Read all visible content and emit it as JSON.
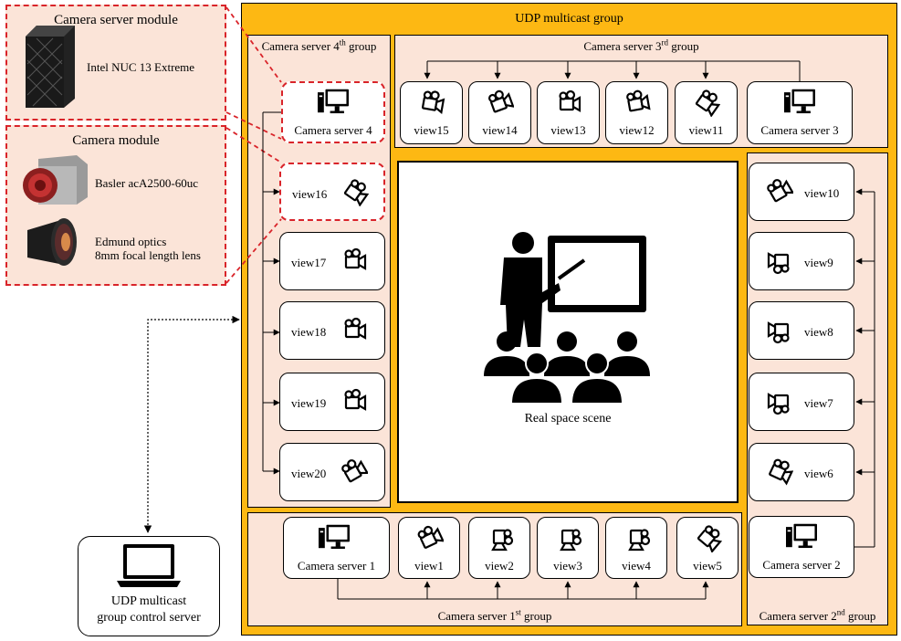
{
  "udp_group_title": "UDP multicast group",
  "scene_label": "Real space scene",
  "control_server": {
    "line1": "UDP multicast",
    "line2": "group control server"
  },
  "camera_server_module": {
    "title": "Camera server module",
    "item": "Intel NUC 13 Extreme"
  },
  "camera_module": {
    "title": "Camera module",
    "camera": "Basler acA2500-60uc",
    "lens_line1": "Edmund optics",
    "lens_line2": "8mm focal length lens"
  },
  "group1": {
    "title_pre": "Camera server 1",
    "title_sup": "st",
    "title_post": " group",
    "server": "Camera server 1",
    "views": [
      "view1",
      "view2",
      "view3",
      "view4",
      "view5"
    ]
  },
  "group2": {
    "title_pre": "Camera server 2",
    "title_sup": "nd",
    "title_post": " group",
    "server": "Camera server 2",
    "views": [
      "view10",
      "view9",
      "view8",
      "view7",
      "view6"
    ]
  },
  "group3": {
    "title_pre": "Camera server 3",
    "title_sup": "rd",
    "title_post": " group",
    "server": "Camera server 3",
    "views": [
      "view15",
      "view14",
      "view13",
      "view12",
      "view11"
    ]
  },
  "group4": {
    "title_pre": "Camera server 4",
    "title_sup": "th",
    "title_post": " group",
    "server": "Camera server 4",
    "views": [
      "view16",
      "view17",
      "view18",
      "view19",
      "view20"
    ]
  },
  "colors": {
    "gold": "#fdb813",
    "panel": "#fbe4d8",
    "highlight": "#d9242a"
  }
}
